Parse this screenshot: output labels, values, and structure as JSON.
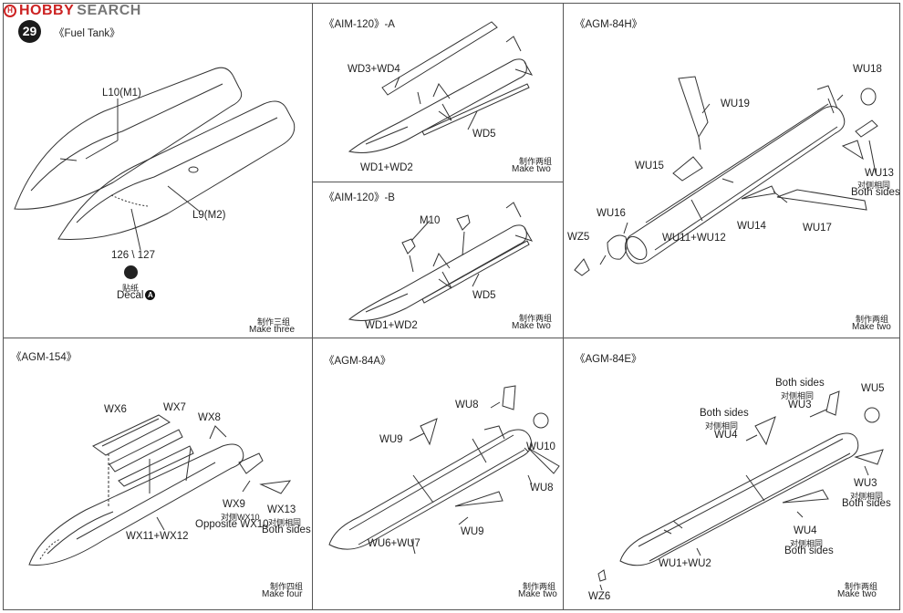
{
  "brand": {
    "part1": "HOBBY",
    "part2": "SEARCH"
  },
  "step_number": "29",
  "panels": {
    "fuel_tank": {
      "title": "《Fuel Tank》",
      "labels": {
        "l10": "L10(M1)",
        "l9": "L9(M2)",
        "decal_nums": "126 \\ 127",
        "decal_cn": "贴纸",
        "decal_en": "Decal",
        "decal_ref": "A"
      },
      "make_cn": "制作三组",
      "make_en": "Make three"
    },
    "aim120a": {
      "title": "《AIM-120》-A",
      "labels": {
        "wd3": "WD3+WD4",
        "wd5": "WD5",
        "wd1": "WD1+WD2"
      },
      "make_cn": "制作两组",
      "make_en": "Make two"
    },
    "aim120b": {
      "title": "《AIM-120》-B",
      "labels": {
        "m10": "M10",
        "wd5": "WD5",
        "wd1": "WD1+WD2"
      },
      "make_cn": "制作两组",
      "make_en": "Make two"
    },
    "agm84h": {
      "title": "《AGM-84H》",
      "labels": {
        "wu18": "WU18",
        "wu19": "WU19",
        "wu15": "WU15",
        "wu13": "WU13",
        "wu13_cn": "对侧相同",
        "wu13_en": "Both sides",
        "wu16": "WU16",
        "wz5": "WZ5",
        "wu14": "WU14",
        "wu17": "WU17",
        "wu11": "WU11+WU12"
      },
      "make_cn": "制作两组",
      "make_en": "Make two"
    },
    "agm154": {
      "title": "《AGM-154》",
      "labels": {
        "wx6": "WX6",
        "wx7": "WX7",
        "wx8": "WX8",
        "wx9": "WX9",
        "wx9_cn": "对侧WX10",
        "wx9_en": "Opposite WX10",
        "wx13": "WX13",
        "wx13_cn": "对侧相同",
        "wx13_en": "Both sides",
        "wx11": "WX11+WX12"
      },
      "make_cn": "制作四组",
      "make_en": "Make four"
    },
    "agm84a": {
      "title": "《AGM-84A》",
      "labels": {
        "wu8a": "WU8",
        "wu9a": "WU9",
        "wu10": "WU10",
        "wu8b": "WU8",
        "wu6": "WU6+WU7",
        "wu9b": "WU9"
      },
      "make_cn": "制作两组",
      "make_en": "Make two"
    },
    "agm84e": {
      "title": "《AGM-84E》",
      "labels": {
        "wu3a_en": "Both sides",
        "wu3a_cn": "对侧相同",
        "wu3a": "WU3",
        "wu5": "WU5",
        "wu4a_en": "Both sides",
        "wu4a_cn": "对侧相同",
        "wu4a": "WU4",
        "wu3b": "WU3",
        "wu3b_cn": "对侧相同",
        "wu3b_en": "Both sides",
        "wu4b": "WU4",
        "wu4b_cn": "对侧相同",
        "wu4b_en": "Both sides",
        "wu1": "WU1+WU2",
        "wz6": "WZ6"
      },
      "make_cn": "制作两组",
      "make_en": "Make two"
    }
  }
}
